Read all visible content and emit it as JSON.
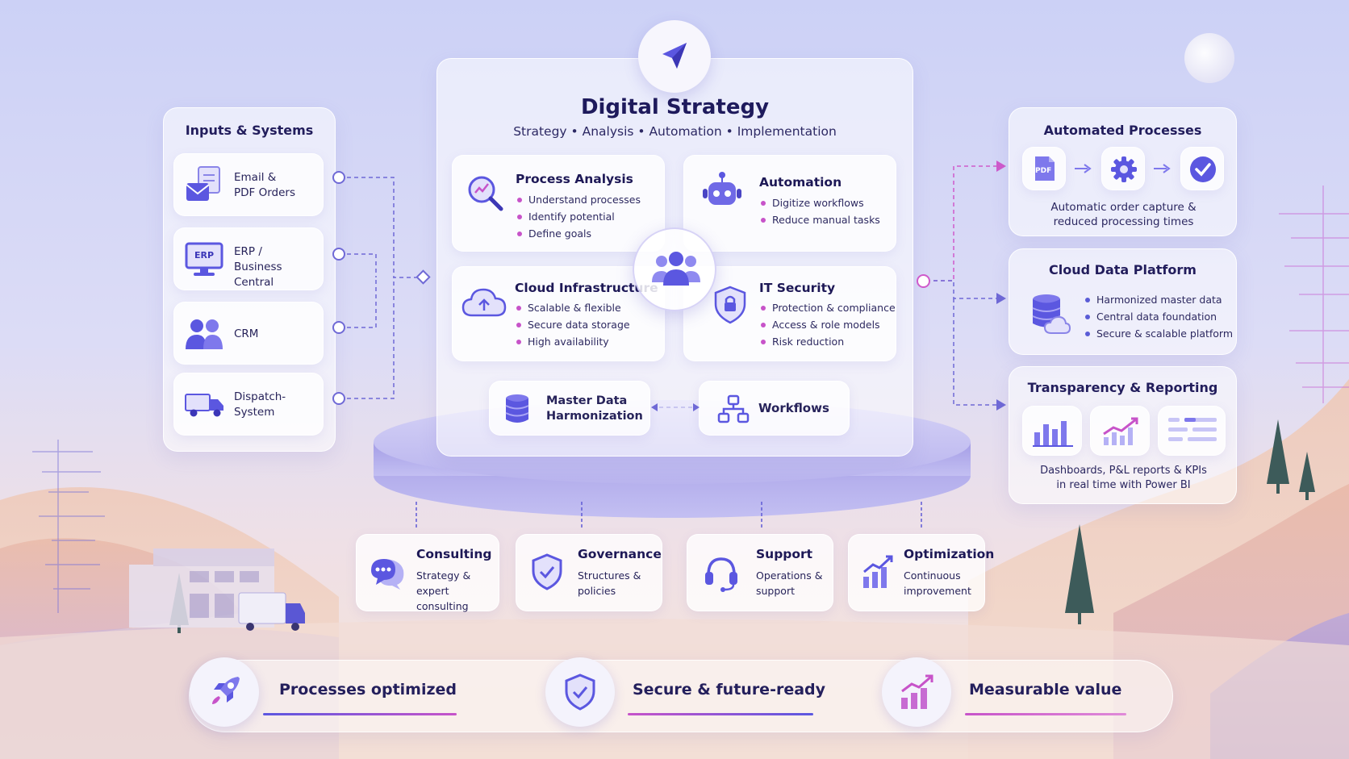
{
  "center": {
    "title": "Digital Strategy",
    "subtitle": "Strategy • Analysis • Automation • Implementation",
    "modules": [
      {
        "title": "Process Analysis",
        "bullets": [
          "Understand processes",
          "Identify potential",
          "Define goals"
        ]
      },
      {
        "title": "Automation",
        "bullets": [
          "Digitize workflows",
          "Reduce manual tasks"
        ]
      },
      {
        "title": "Cloud Infrastructure",
        "bullets": [
          "Scalable & flexible",
          "Secure data storage",
          "High availability"
        ]
      },
      {
        "title": "IT Security",
        "bullets": [
          "Protection & compliance",
          "Access & role models",
          "Risk reduction"
        ]
      }
    ],
    "master_data": "Master Data\nHarmonization",
    "workflows": "Workflows"
  },
  "inputs": {
    "title": "Inputs & Systems",
    "items": [
      {
        "label": "Email &\nPDF Orders"
      },
      {
        "label": "ERP /\nBusiness Central",
        "badge": "ERP"
      },
      {
        "label": "CRM"
      },
      {
        "label": "Dispatch-\nSystem"
      }
    ]
  },
  "outputs": {
    "automated": {
      "title": "Automated Processes",
      "pdf_badge": "PDF",
      "caption": "Automatic order capture &\nreduced processing times"
    },
    "cloud": {
      "title": "Cloud Data Platform",
      "bullets": [
        "Harmonized master data",
        "Central data foundation",
        "Secure & scalable platform"
      ]
    },
    "reporting": {
      "title": "Transparency & Reporting",
      "caption": "Dashboards, P&L reports & KPIs\nin real time with Power BI"
    }
  },
  "services": [
    {
      "title": "Consulting",
      "desc": "Strategy &\nexpert consulting"
    },
    {
      "title": "Governance",
      "desc": "Structures &\npolicies"
    },
    {
      "title": "Support",
      "desc": "Operations &\nsupport"
    },
    {
      "title": "Optimization",
      "desc": "Continuous\nimprovement"
    }
  ],
  "outcomes": [
    {
      "label": "Processes optimized"
    },
    {
      "label": "Secure & future-ready"
    },
    {
      "label": "Measurable value"
    }
  ],
  "colors": {
    "accent": "#5b57e0",
    "accent_dark": "#3b36b8",
    "magenta": "#c753c9",
    "ink": "#1f1b4d"
  }
}
